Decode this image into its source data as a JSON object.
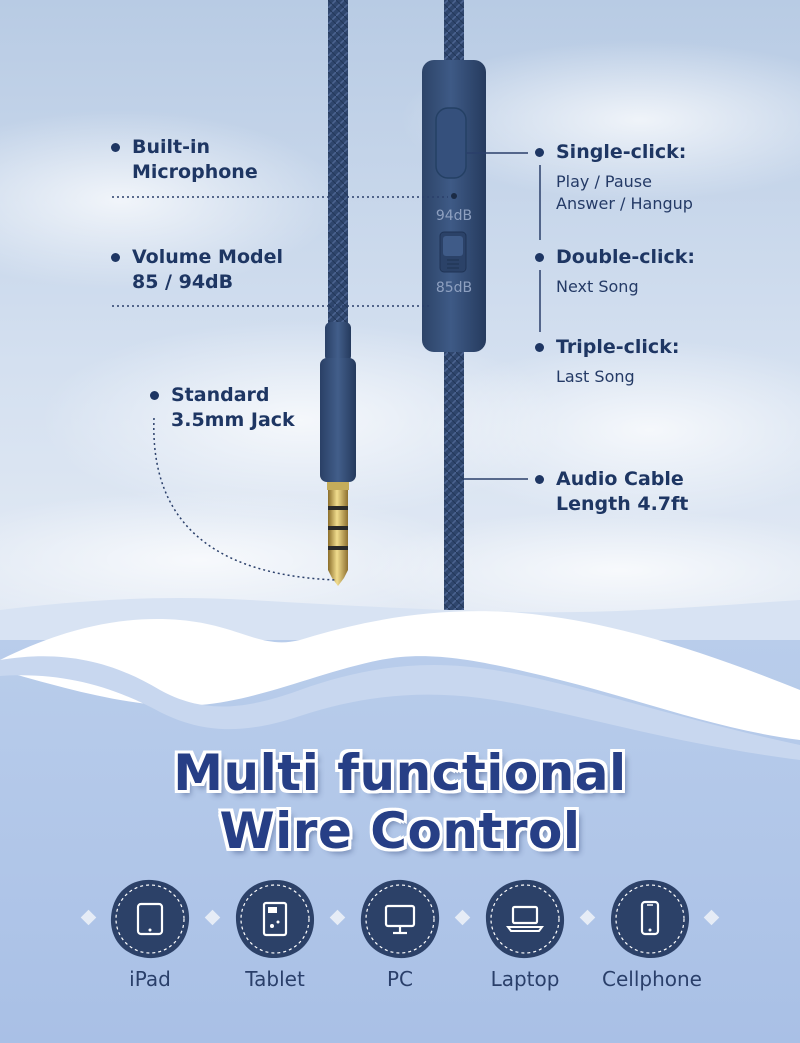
{
  "callouts": {
    "microphone": {
      "title_line1": "Built-in",
      "title_line2": "Microphone"
    },
    "volume": {
      "title_line1": "Volume Model",
      "title_line2": "85 / 94dB"
    },
    "jack": {
      "title_line1": "Standard",
      "title_line2": "3.5mm Jack"
    },
    "single_click": {
      "title": "Single-click:",
      "line1": "Play / Pause",
      "line2": "Answer / Hangup"
    },
    "double_click": {
      "title": "Double-click:",
      "line1": "Next Song"
    },
    "triple_click": {
      "title": "Triple-click:",
      "line1": "Last Song"
    },
    "cable": {
      "title_line1": "Audio Cable",
      "title_line2": "Length 4.7ft"
    }
  },
  "remote": {
    "high_label": "94dB",
    "low_label": "85dB"
  },
  "heading": {
    "line1": "Multi functional",
    "line2": "Wire Control"
  },
  "devices": [
    {
      "label": "iPad",
      "icon": "ipad-icon"
    },
    {
      "label": "Tablet",
      "icon": "tablet-icon"
    },
    {
      "label": "PC",
      "icon": "pc-icon"
    },
    {
      "label": "Laptop",
      "icon": "laptop-icon"
    },
    {
      "label": "Cellphone",
      "icon": "cellphone-icon"
    }
  ],
  "colors": {
    "navy": "#1e3663",
    "cable": "#2f466d",
    "sky": "#c9d8ee",
    "wave": "#ffffff"
  }
}
